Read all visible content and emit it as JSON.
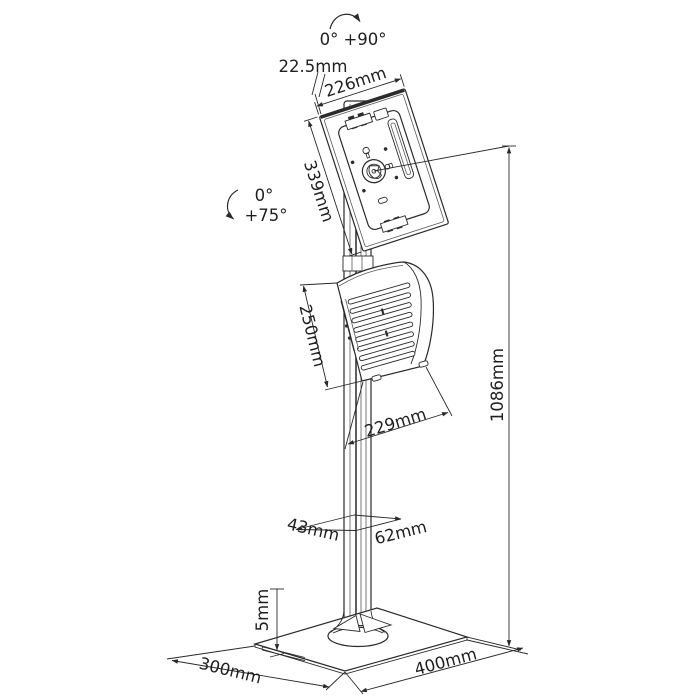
{
  "rotation_labels": {
    "top_start": "0°",
    "top_end": "+90°",
    "side_start": "0°",
    "side_end": "+75°"
  },
  "dims": {
    "enclosure_depth": "22.5mm",
    "enclosure_width": "226mm",
    "enclosure_height": "339mm",
    "holder_height": "250mm",
    "holder_width": "229mm",
    "total_height": "1086mm",
    "pole_depth": "43mm",
    "pole_width": "62mm",
    "base_thickness": "5mm",
    "base_depth": "300mm",
    "base_width": "400mm"
  }
}
